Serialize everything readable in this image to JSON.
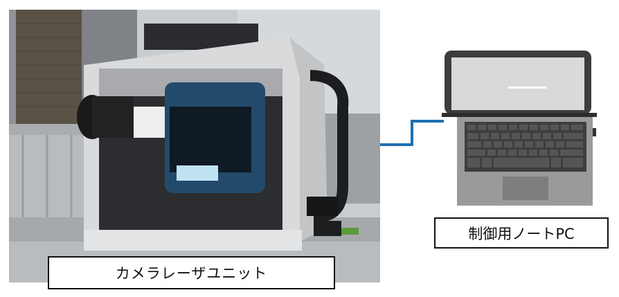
{
  "labels": {
    "camera_unit": "カメラレーザユニット",
    "control_pc": "制御用ノートPC"
  },
  "colors": {
    "cable": "#1f6fb0",
    "laptop_body": "#3d3d3d",
    "laptop_base": "#9a9a9a",
    "laptop_screen": "#d9d9d9"
  },
  "icons": {
    "laptop": "laptop-icon",
    "cable": "connection-cable"
  }
}
